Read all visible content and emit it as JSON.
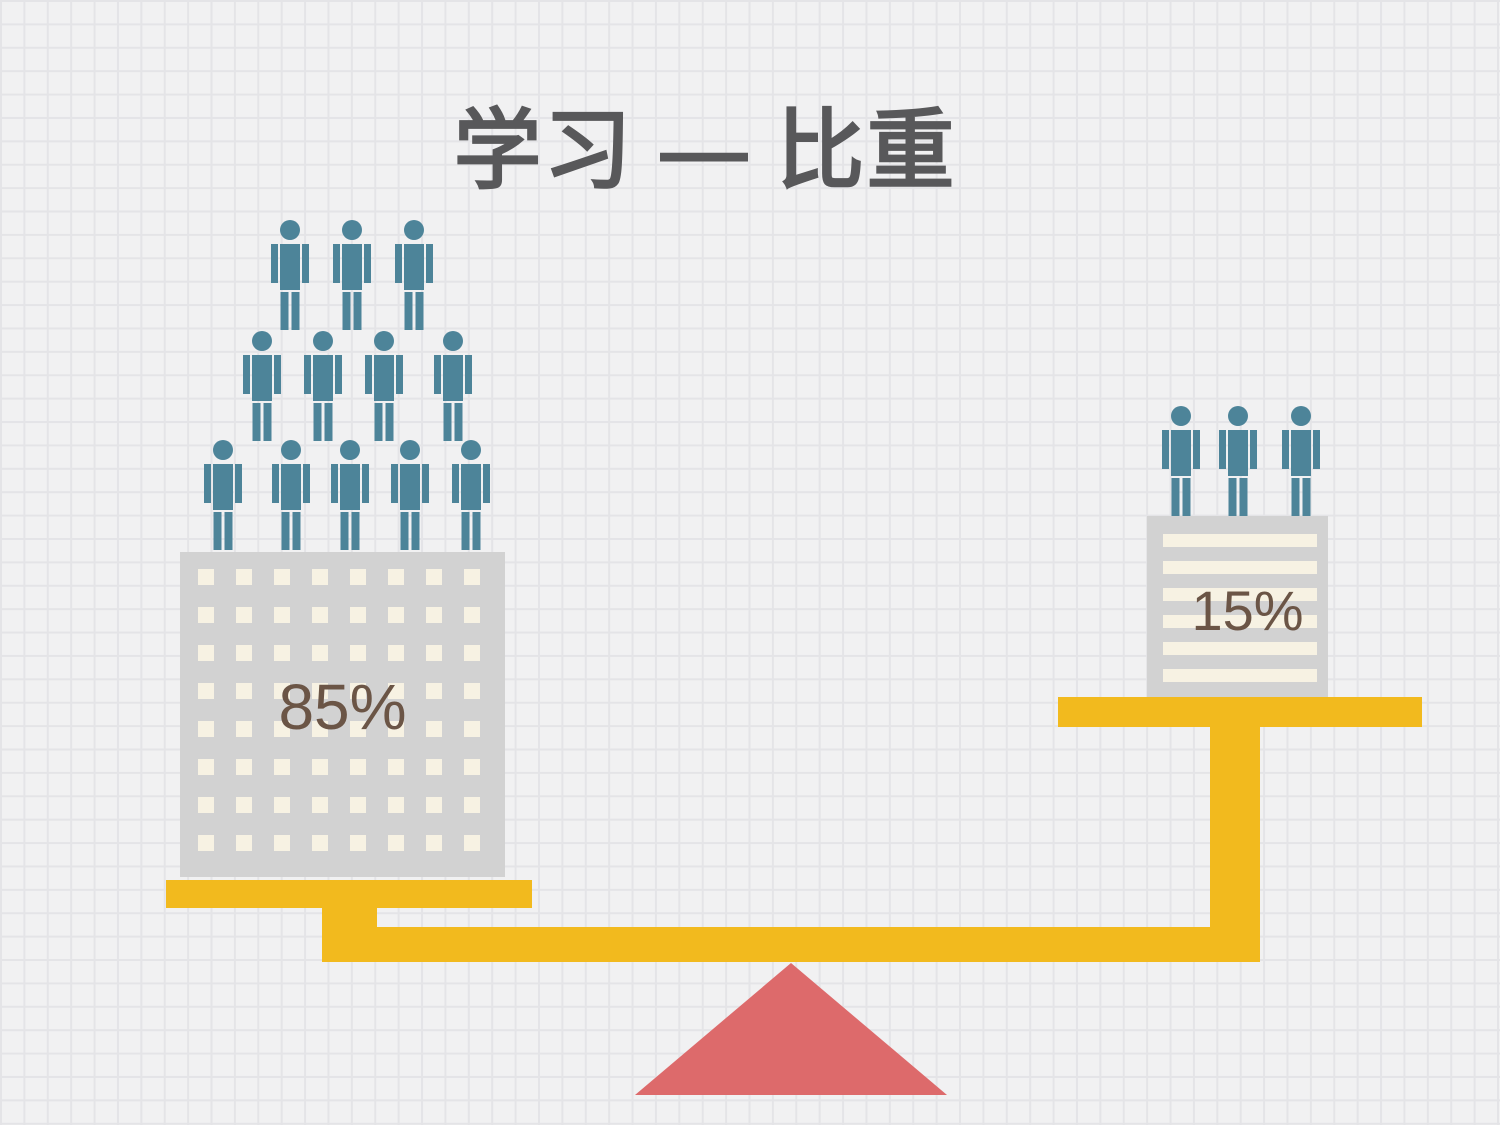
{
  "title": "学习 — 比重",
  "balance": {
    "left": {
      "label": "85%",
      "people_count": 12,
      "people_rows": [
        3,
        4,
        5
      ]
    },
    "right": {
      "label": "15%",
      "people_count": 3,
      "people_rows": [
        3
      ]
    }
  },
  "icons": {
    "person_icon": "standing person pictogram (circle head, rectangular torso, arms and legs)"
  },
  "colors": {
    "background": "#f1f1f2",
    "grid_line": "#e4e4e7",
    "person": "#4d8499",
    "block": "#d2d2d2",
    "block_pattern": "#f7f2e3",
    "beam": "#f2ba1e",
    "fulcrum": "#dd6a6b",
    "percent_text": "#6b5546",
    "title_text": "#58585a"
  }
}
